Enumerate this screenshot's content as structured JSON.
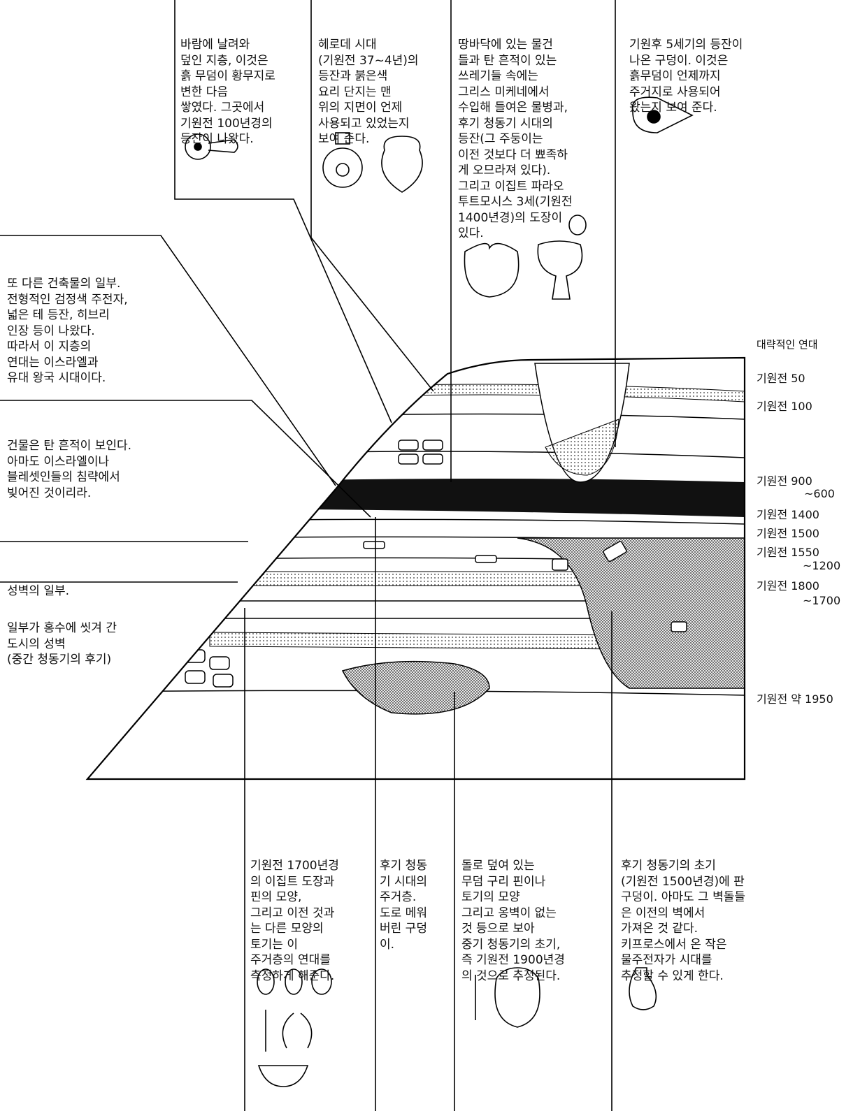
{
  "top_notes": [
    {
      "lines": [
        "바람에 날려와",
        "덮인 지층, 이것은",
        "흙 무덤이 황무지로",
        "변한 다음",
        "쌓였다. 그곳에서",
        "기원전 100년경의",
        "등잔이 나왔다."
      ]
    },
    {
      "lines": [
        "헤로데 시대",
        "(기원전 37~4년)의",
        "등잔과 붉은색",
        "요리 단지는 맨",
        "위의 지면이 언제",
        "사용되고 있었는지",
        "보여 준다."
      ]
    },
    {
      "lines": [
        "땅바닥에 있는 물건",
        "들과 탄 흔적이 있는",
        "쓰레기들 속에는",
        "그리스 미케네에서",
        "수입해 들여온 물병과,",
        "후기 청동기 시대의",
        "등잔(그 주둥이는",
        "이전 것보다 더 뾰족하",
        "게 오므라져 있다).",
        "그리고 이집트 파라오",
        "투트모시스 3세(기원전",
        "1400년경)의 도장이",
        "있다."
      ]
    },
    {
      "lines": [
        "기원후 5세기의 등잔이",
        "나온 구덩이. 이것은",
        "흙무덤이 언제까지",
        "주거지로 사용되어",
        "왔는지 보여 준다."
      ]
    }
  ],
  "left_notes": [
    {
      "lines": [
        "또 다른 건축물의 일부.",
        "전형적인 검정색 주전자,",
        "넓은 테 등잔, 히브리",
        "인장 등이 나왔다.",
        "따라서 이 지층의",
        "연대는 이스라엘과",
        "유대 왕국 시대이다."
      ]
    },
    {
      "lines": [
        "건물은 탄 흔적이 보인다.",
        "아마도 이스라엘이나",
        "블레셋인들의 침략에서",
        "빚어진 것이리라."
      ]
    },
    {
      "lines": [
        "성벽의 일부."
      ]
    },
    {
      "lines": [
        "일부가 홍수에 씻겨 간",
        "도시의 성벽",
        "(중간 청동기의 후기)"
      ]
    }
  ],
  "bottom_notes": [
    {
      "lines": [
        "기원전 1700년경",
        "의 이집트 도장과",
        "핀의 모양,",
        "그리고 이전 것과",
        "는 다른 모양의",
        "토기는 이",
        "주거층의 연대를",
        "측정하게 해준다."
      ]
    },
    {
      "lines": [
        "후기 청동",
        "기 시대의",
        "주거층.",
        "도로 메워",
        "버린 구덩",
        "이."
      ]
    },
    {
      "lines": [
        "돌로 덮여 있는",
        "무덤 구리 핀이나",
        "토기의 모양",
        "그리고 옹벽이 없는",
        "것 등으로 보아",
        "중기 청동기의 초기,",
        "즉 기원전 1900년경",
        "의 것으로 추정된다."
      ]
    },
    {
      "lines": [
        "후기 청동기의 초기",
        "(기원전 1500년경)에 판",
        "구덩이. 아마도 그 벽돌들",
        "은 이전의 벽에서",
        "가져온 것 같다.",
        "키프로스에서 온 작은",
        "물주전자가 시대를",
        "추정할 수 있게 한다."
      ]
    }
  ],
  "dates": {
    "title": "대략적인 연대",
    "labels": [
      "기원전 50",
      "기원전 100",
      "기원전 900",
      "~600",
      "기원전 1400",
      "기원전 1500",
      "기원전 1550",
      "~1200",
      "기원전 1800",
      "~1700",
      "기원전 약 1950"
    ]
  }
}
